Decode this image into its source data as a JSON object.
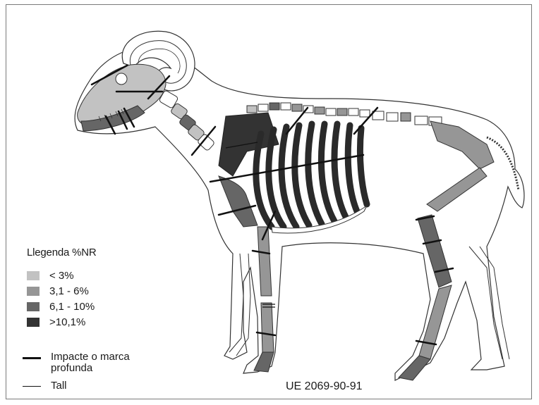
{
  "legend": {
    "title": "Llegenda %NR",
    "items": [
      {
        "label": "< 3%",
        "color": "#c2c2c2"
      },
      {
        "label": "3,1 - 6%",
        "color": "#969696"
      },
      {
        "label": "6,1 - 10%",
        "color": "#666666"
      },
      {
        "label": ">10,1%",
        "color": "#333333"
      }
    ]
  },
  "marks": {
    "impact_line1": "Impacte o marca",
    "impact_line2": "profunda",
    "cut": "Tall"
  },
  "caption": "UE 2069-90-91",
  "colors": {
    "outline": "#333333",
    "light": "#c2c2c2",
    "mid": "#969696",
    "dark": "#666666",
    "darkest": "#333333",
    "ribs": "#2a2a2a"
  }
}
